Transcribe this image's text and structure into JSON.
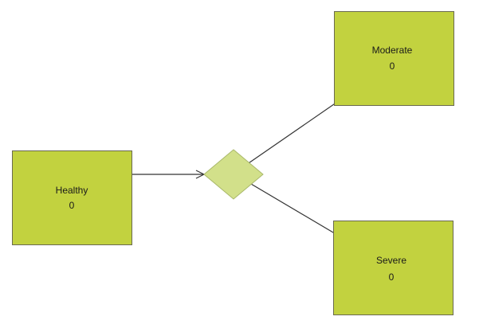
{
  "states": [
    {
      "id": "healthy",
      "label": "Healthy",
      "value": "0"
    },
    {
      "id": "moderate",
      "label": "Moderate",
      "value": "0"
    },
    {
      "id": "severe",
      "label": "Severe",
      "value": "0"
    }
  ],
  "colors": {
    "state_fill": "#c2d23f",
    "state_stroke": "#6a6a50",
    "decision_fill": "#d2e08a",
    "decision_stroke": "#a9b86a",
    "edge": "#333333"
  },
  "decision": {
    "id": "chance-node"
  },
  "edges": [
    {
      "from": "healthy",
      "to": "chance-node"
    },
    {
      "from": "chance-node",
      "to": "moderate"
    },
    {
      "from": "chance-node",
      "to": "severe"
    }
  ]
}
